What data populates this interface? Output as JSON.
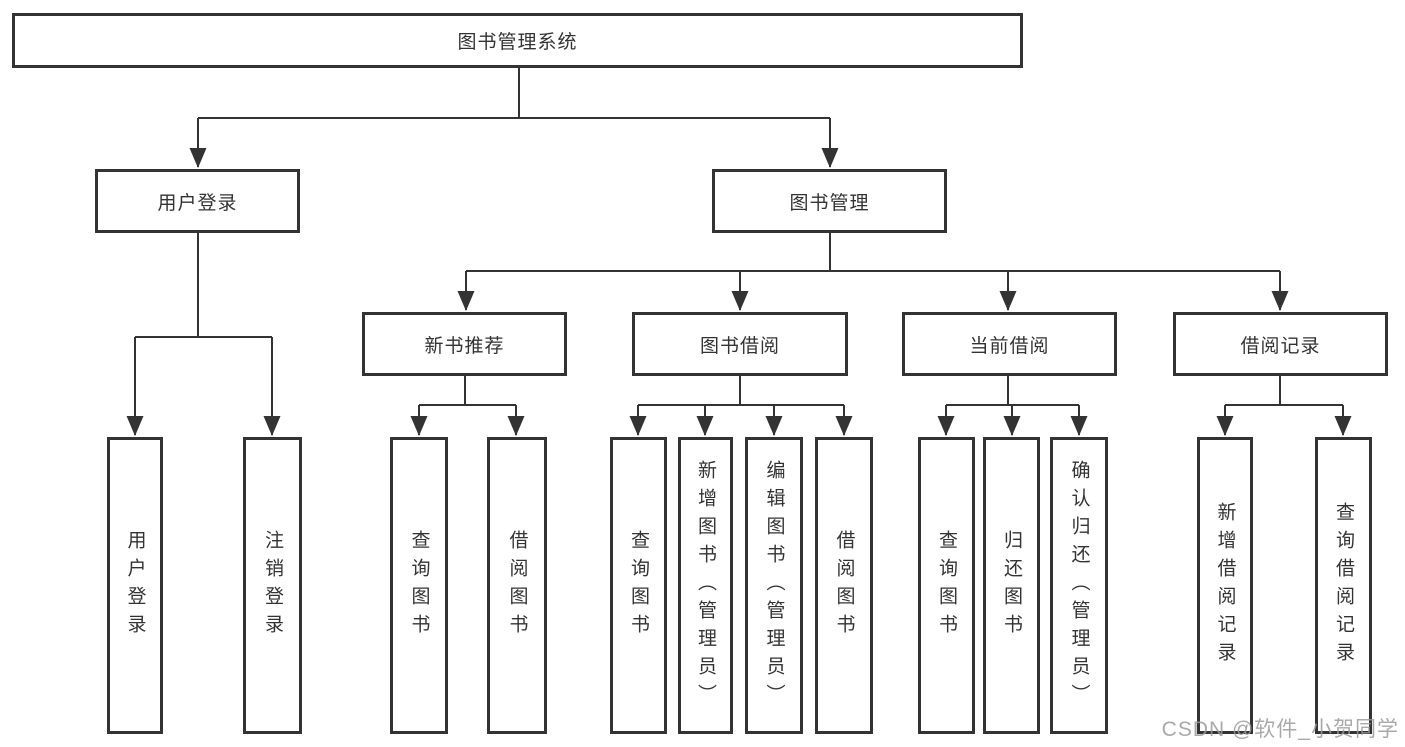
{
  "diagram": {
    "root": {
      "label": "图书管理系统"
    },
    "level1": [
      {
        "label": "用户登录"
      },
      {
        "label": "图书管理"
      }
    ],
    "level2": [
      {
        "label": "新书推荐"
      },
      {
        "label": "图书借阅"
      },
      {
        "label": "当前借阅"
      },
      {
        "label": "借阅记录"
      }
    ],
    "leaves": {
      "user_login": [
        {
          "label": "用户登录"
        },
        {
          "label": "注销登录"
        }
      ],
      "new_book_recommend": [
        {
          "label": "查询图书"
        },
        {
          "label": "借阅图书"
        }
      ],
      "book_borrow": [
        {
          "label": "查询图书"
        },
        {
          "label": "新增图书（管理员）"
        },
        {
          "label": "编辑图书（管理员）"
        },
        {
          "label": "借阅图书"
        }
      ],
      "current_borrow": [
        {
          "label": "查询图书"
        },
        {
          "label": "归还图书"
        },
        {
          "label": "确认归还（管理员）"
        }
      ],
      "borrow_records": [
        {
          "label": "新增借阅记录"
        },
        {
          "label": "查询借阅记录"
        }
      ]
    }
  },
  "watermark": {
    "text": "CSDN @软件_小贺同学"
  },
  "colors": {
    "line": "#333333",
    "border": "#333333",
    "text": "#333333",
    "background": "#ffffff",
    "watermark": "#9b9b9b"
  }
}
